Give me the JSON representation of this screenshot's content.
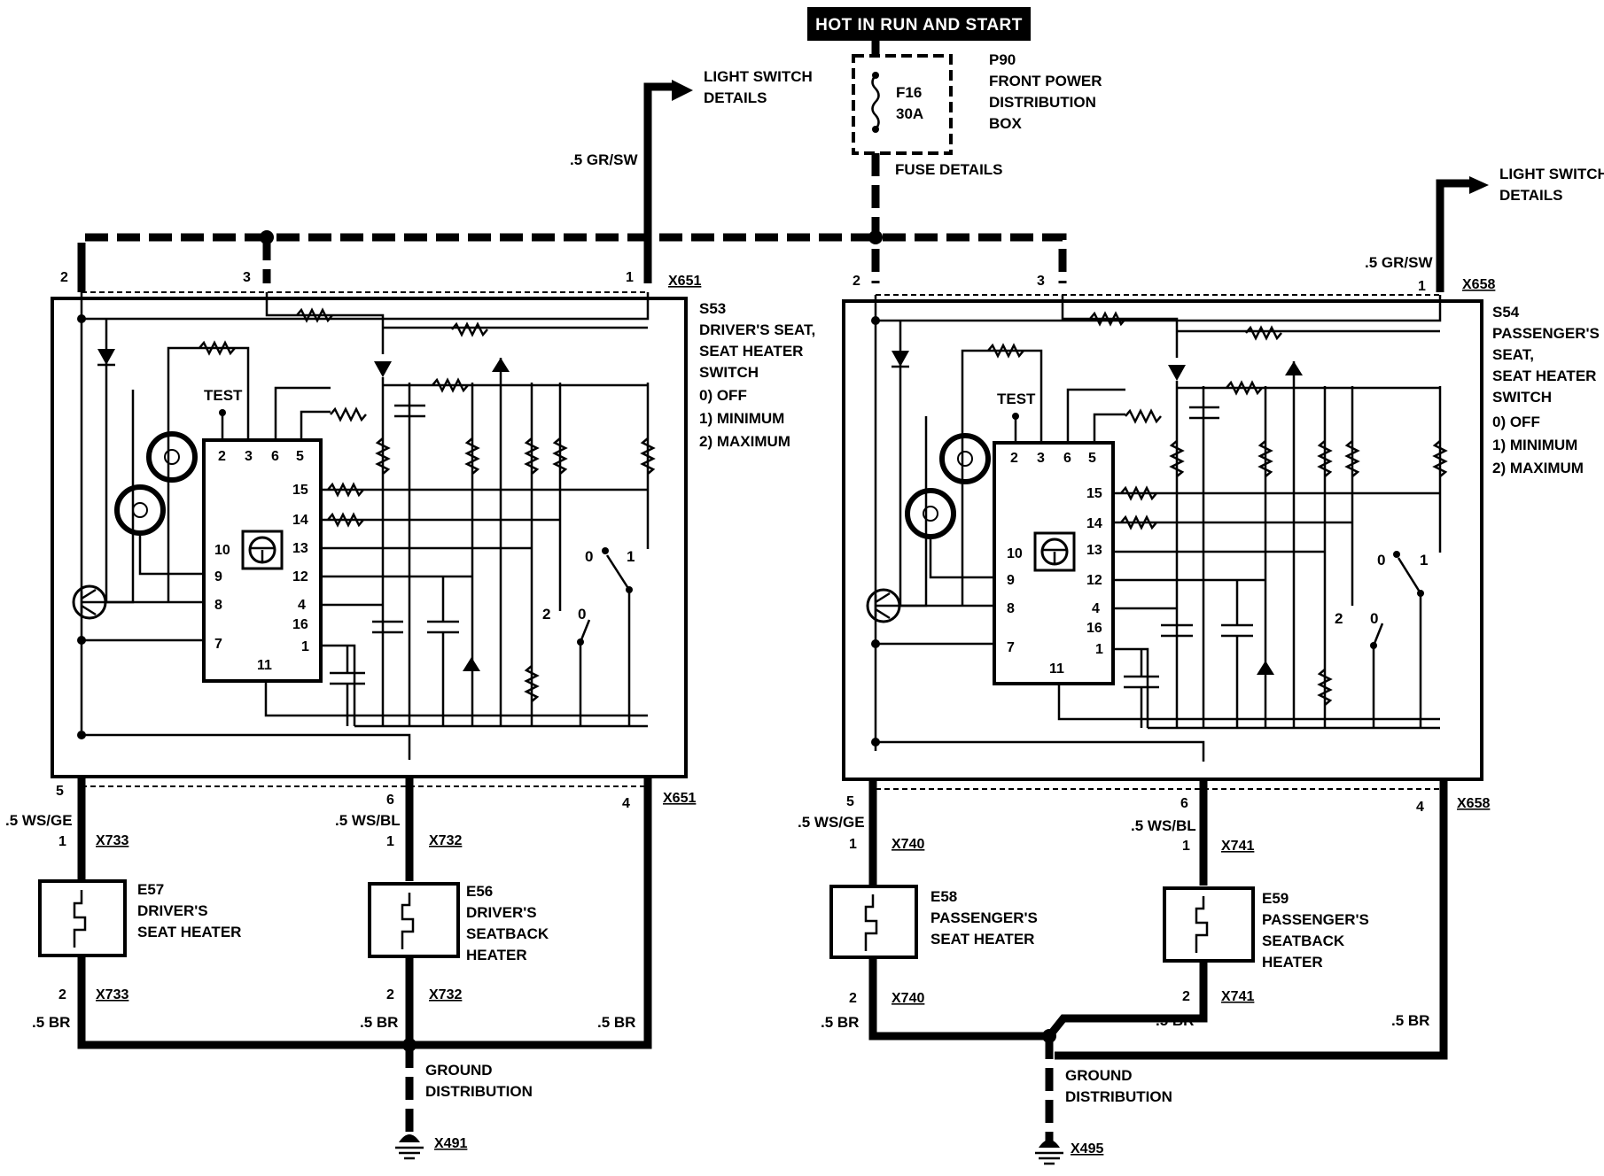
{
  "header": {
    "title": "HOT IN RUN AND START"
  },
  "fuse_box": {
    "id": "P90",
    "name_lines": [
      "FRONT POWER",
      "DISTRIBUTION",
      "BOX"
    ],
    "fuse_id": "F16",
    "fuse_rating": "30A",
    "details": "FUSE DETAILS"
  },
  "driver": {
    "switch_id": "S53",
    "switch_lines": [
      "DRIVER'S SEAT,",
      "SEAT HEATER",
      "SWITCH"
    ],
    "modes": [
      "0)   OFF",
      "1)   MINIMUM",
      "2)   MAXIMUM"
    ],
    "light_switch": [
      "LIGHT SWITCH",
      "DETAILS"
    ],
    "light_wire": ".5 GR/SW",
    "top_connector": "X651",
    "bottom_connector": "X651",
    "top_pins": [
      "2",
      "3",
      "1"
    ],
    "bottom_pins": [
      "5",
      "6",
      "4"
    ],
    "test": "TEST",
    "chip_pins_top": [
      "2",
      "3",
      "6",
      "5"
    ],
    "chip_pins_left": [
      "10",
      "9",
      "8",
      "7"
    ],
    "chip_pins_right": [
      "15",
      "14",
      "13",
      "12",
      "4",
      "16",
      "1"
    ],
    "chip_pin_bottom": "11",
    "selector_a": [
      "0",
      "1"
    ],
    "selector_b": [
      "2",
      "0"
    ],
    "heater1": {
      "id": "E57",
      "lines": [
        "DRIVER'S",
        "SEAT HEATER"
      ],
      "wire": ".5 WS/GE",
      "connector": "X733",
      "pin_top": "1",
      "pin_bottom": "2"
    },
    "heater2": {
      "id": "E56",
      "lines": [
        "DRIVER'S",
        "SEATBACK",
        "HEATER"
      ],
      "wire": ".5 WS/BL",
      "connector": "X732",
      "pin_top": "1",
      "pin_bottom": "2"
    },
    "ground_wires": [
      ".5 BR",
      ".5 BR",
      ".5 BR"
    ],
    "ground": [
      "GROUND",
      "DISTRIBUTION"
    ],
    "ground_id": "X491"
  },
  "passenger": {
    "switch_id": "S54",
    "switch_lines": [
      "PASSENGER'S",
      "SEAT,",
      "SEAT HEATER",
      "SWITCH"
    ],
    "modes": [
      "0)   OFF",
      "1)   MINIMUM",
      "2)   MAXIMUM"
    ],
    "light_switch": [
      "LIGHT SWITCH",
      "DETAILS"
    ],
    "light_wire": ".5 GR/SW",
    "top_connector": "X658",
    "bottom_connector": "X658",
    "top_pins": [
      "2",
      "3",
      "1"
    ],
    "bottom_pins": [
      "5",
      "6",
      "4"
    ],
    "test": "TEST",
    "chip_pins_top": [
      "2",
      "3",
      "6",
      "5"
    ],
    "chip_pins_left": [
      "10",
      "9",
      "8",
      "7"
    ],
    "chip_pins_right": [
      "15",
      "14",
      "13",
      "12",
      "4",
      "16",
      "1"
    ],
    "chip_pin_bottom": "11",
    "selector_a": [
      "0",
      "1"
    ],
    "selector_b": [
      "2",
      "0"
    ],
    "heater1": {
      "id": "E58",
      "lines": [
        "PASSENGER'S",
        "SEAT HEATER"
      ],
      "wire": ".5 WS/GE",
      "connector": "X740",
      "pin_top": "1",
      "pin_bottom": "2"
    },
    "heater2": {
      "id": "E59",
      "lines": [
        "PASSENGER'S",
        "SEATBACK",
        "HEATER"
      ],
      "wire": ".5 WS/BL",
      "connector": "X741",
      "pin_top": "1",
      "pin_bottom": "2"
    },
    "ground_wires": [
      ".5 BR",
      ".5 BR",
      ".5 BR"
    ],
    "ground": [
      "GROUND",
      "DISTRIBUTION"
    ],
    "ground_id": "X495"
  }
}
